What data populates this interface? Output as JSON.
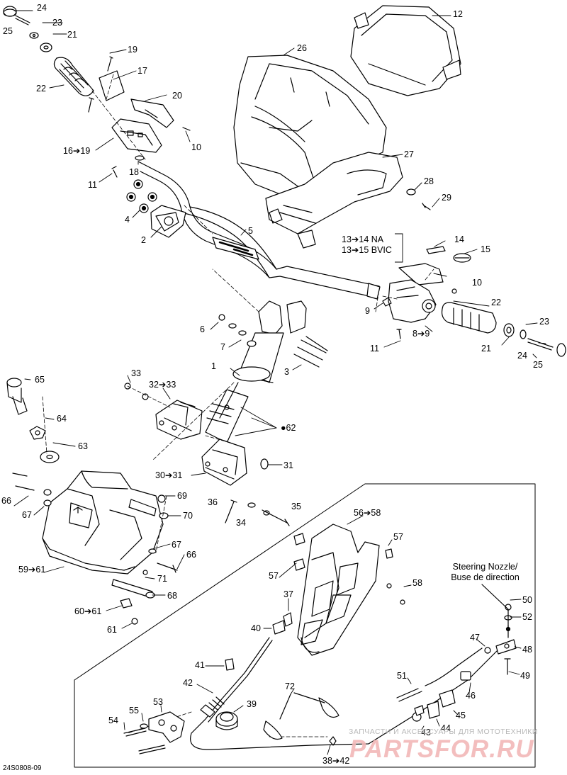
{
  "diagram_id": "24S0808-09",
  "nozzle_title_1": "Steering Nozzle/",
  "nozzle_title_2": "Buse de direction",
  "note_line_1": "13➔14 NA",
  "note_line_2": "13➔15 BVIC",
  "watermark_small": "ЗАПЧАСТИ И АКСЕССУАРЫ ДЛЯ МОТОТЕХНИКИ",
  "watermark_large": "PARTSFOR.RU",
  "callouts": [
    "24",
    "25",
    "23",
    "21",
    "22",
    "19",
    "17",
    "20",
    "10",
    "16➔19",
    "18",
    "11",
    "4",
    "2",
    "5",
    "12",
    "26",
    "27",
    "28",
    "29",
    "14",
    "15",
    "10",
    "9",
    "8➔9",
    "11",
    "22",
    "23",
    "21",
    "24",
    "25",
    "6",
    "7",
    "1",
    "3",
    "65",
    "64",
    "63",
    "33",
    "32➔33",
    "●62",
    "30➔31",
    "31",
    "66",
    "67",
    "69",
    "70",
    "36",
    "34",
    "35",
    "67",
    "66",
    "59➔61",
    "71",
    "68",
    "60➔61",
    "61",
    "56➔58",
    "57",
    "57",
    "58",
    "37",
    "40",
    "41",
    "42",
    "50",
    "52",
    "48",
    "49",
    "47",
    "51",
    "46",
    "45",
    "44",
    "43",
    "72",
    "39",
    "53",
    "54",
    "55",
    "38➔42"
  ]
}
